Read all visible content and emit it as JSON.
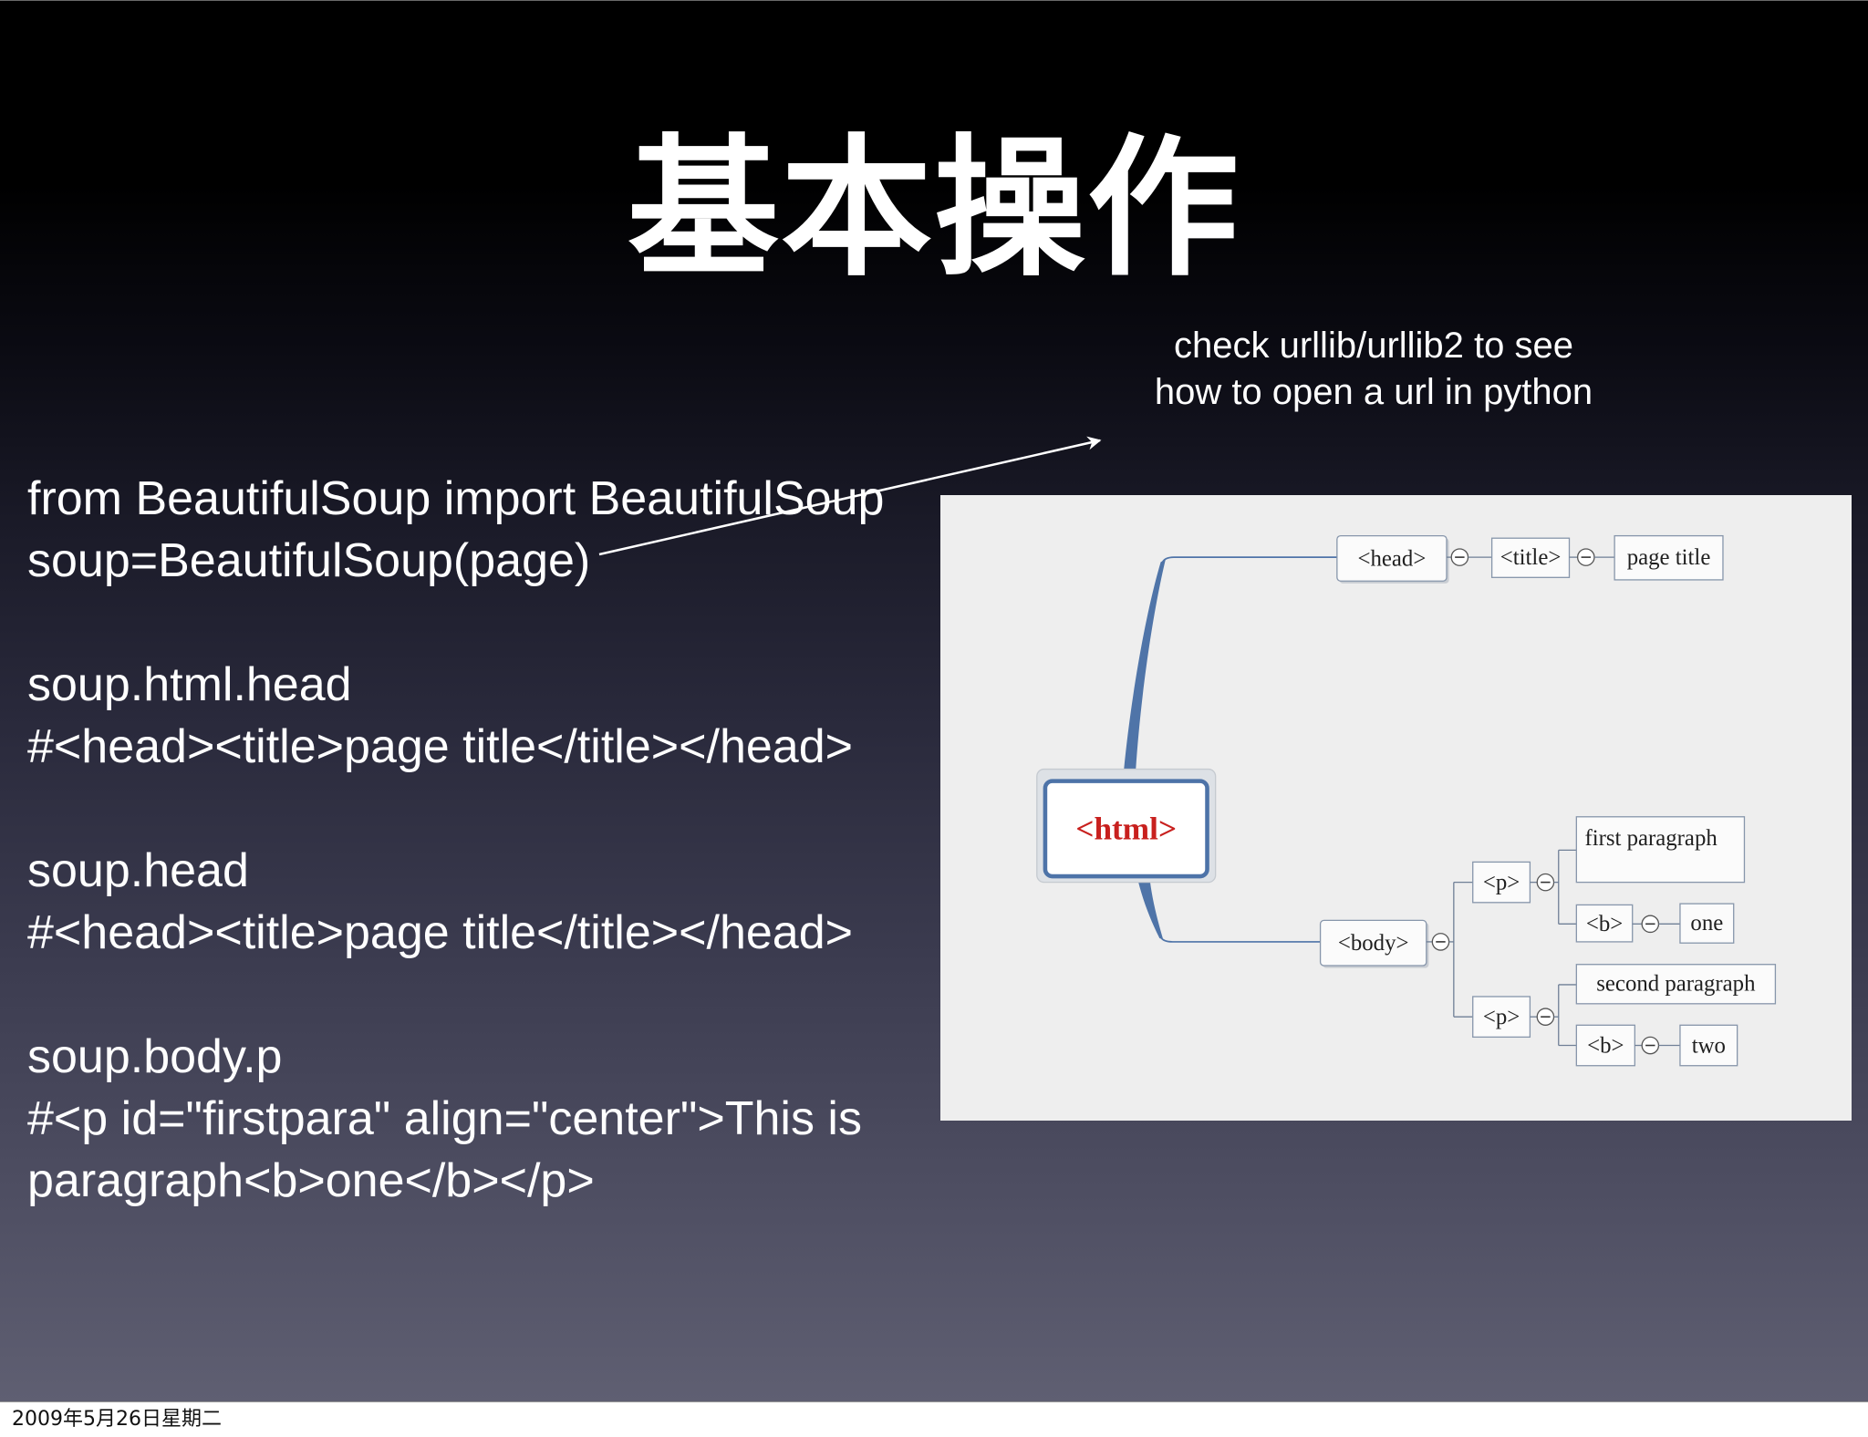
{
  "slide": {
    "title": "基本操作"
  },
  "annotation": {
    "lines": [
      "check urllib/urllib2 to see",
      "how to open a url in python"
    ]
  },
  "code": {
    "blocks": [
      [
        "from BeautifulSoup import BeautifulSoup",
        "soup=BeautifulSoup(page)"
      ],
      [
        "soup.html.head",
        "#<head><title>page title</title></head>"
      ],
      [
        "soup.head",
        "#<head><title>page title</title></head>"
      ],
      [
        "soup.body.p",
        "#<p id=\"firstpara\" align=\"center\">This is",
        "paragraph<b>one</b></p>"
      ]
    ]
  },
  "diagram": {
    "root": "<html>",
    "head": {
      "label": "<head>",
      "title": "<title>",
      "title_text": "page title"
    },
    "body": {
      "label": "<body>",
      "p1": {
        "label": "<p>",
        "text": "first paragraph",
        "b": "<b>",
        "b_text": "one"
      },
      "p2": {
        "label": "<p>",
        "text": "second paragraph",
        "b": "<b>",
        "b_text": "two"
      }
    }
  },
  "colors": {
    "root_label": "#c8201e",
    "root_border": "#4d73a8",
    "connector": "#4f74a8"
  },
  "footer": {
    "date": "2009年5月26日星期二"
  }
}
